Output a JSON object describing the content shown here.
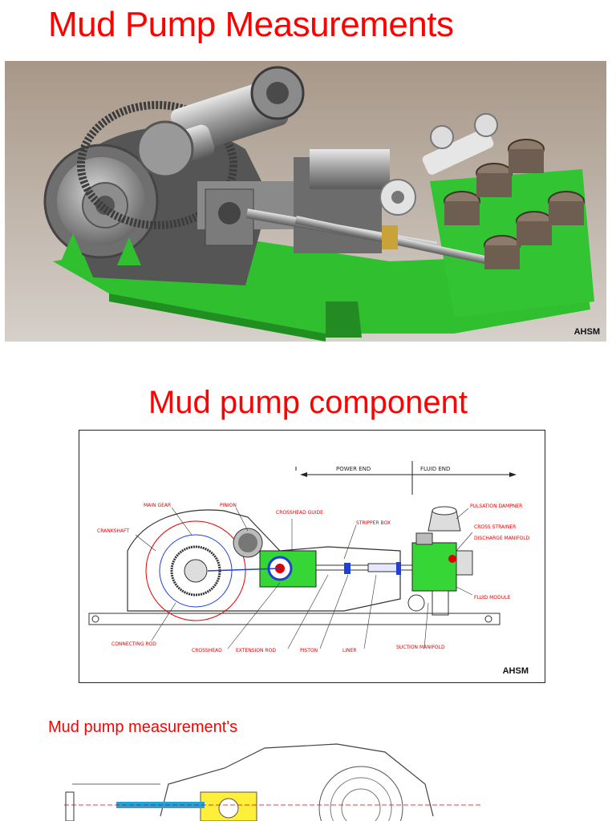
{
  "page": {
    "title": "Mud Pump Measurements",
    "photo_watermark": "AHSM",
    "section2_heading": "Mud pump component",
    "diagram": {
      "power_end": "POWER END",
      "fluid_end": "FLUID END",
      "labels": {
        "main_gear": "MAIN GEAR",
        "pinion": "PINION",
        "crosshead_guide": "CROSSHEAD GUIDE",
        "stripper_box": "STRIPPER BOX",
        "pulsation_dampner": "PULSATION DAMPNER",
        "cross_strainer": "CROSS STRAINER",
        "discharge_manifold": "DISCHARGE MANIFOLD",
        "crankshaft": "CRANKSHAFT",
        "fluid_module": "FLUID MODULE",
        "connecting_rod": "CONNECTING ROD",
        "crosshead": "CROSSHEAD",
        "extension_rod": "EXTENSION ROD",
        "piston": "PISTON",
        "liner": "LINER",
        "suction_manifold": "SUCTION MANIFOLD"
      },
      "watermark": "AHSM"
    },
    "section3_heading": "Mud pump measurement's"
  },
  "colors": {
    "heading": "#ff0000",
    "frame_green": "#2fbf2f",
    "metal": "#9a9a9a"
  }
}
